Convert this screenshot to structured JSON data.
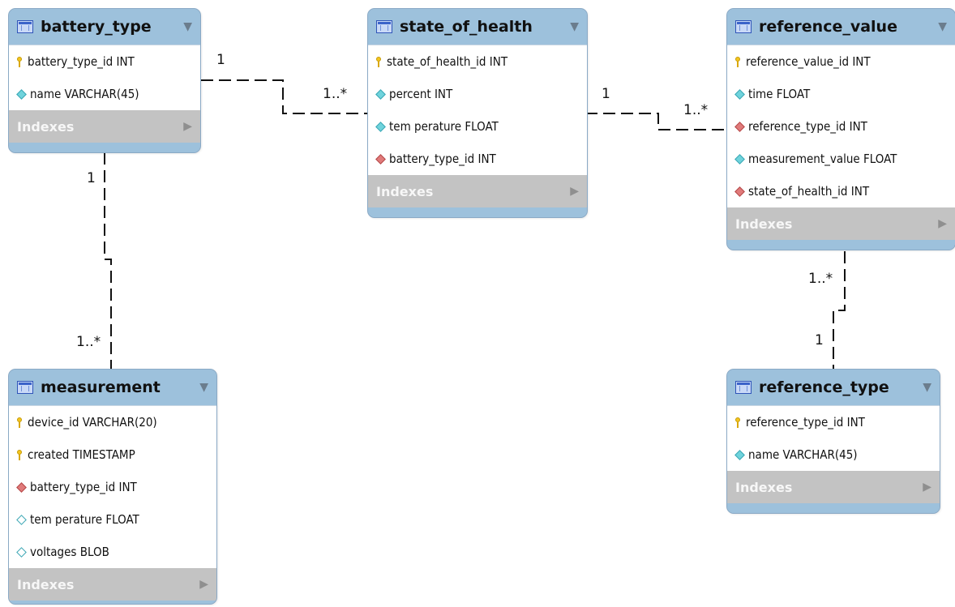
{
  "tables": [
    {
      "id": "battery_type",
      "name": "battery_type",
      "columns": [
        {
          "icon": "primary-key-icon",
          "text": "battery_type_id INT"
        },
        {
          "icon": "column-diamond-cyan-icon",
          "text": "name VARCHAR(45)"
        }
      ],
      "indexes_label": "Indexes"
    },
    {
      "id": "state_of_health",
      "name": "state_of_health",
      "columns": [
        {
          "icon": "primary-key-icon",
          "text": "state_of_health_id INT"
        },
        {
          "icon": "column-diamond-cyan-icon",
          "text": "percent INT"
        },
        {
          "icon": "column-diamond-cyan-icon",
          "text": "tem perature FLOAT"
        },
        {
          "icon": "foreign-key-diamond-red-icon",
          "text": "battery_type_id INT"
        }
      ],
      "indexes_label": "Indexes"
    },
    {
      "id": "reference_value",
      "name": "reference_value",
      "columns": [
        {
          "icon": "primary-key-icon",
          "text": "reference_value_id INT"
        },
        {
          "icon": "column-diamond-cyan-icon",
          "text": "time FLOAT"
        },
        {
          "icon": "foreign-key-diamond-red-icon",
          "text": "reference_type_id INT"
        },
        {
          "icon": "column-diamond-cyan-icon",
          "text": "measurement_value FLOAT"
        },
        {
          "icon": "foreign-key-diamond-red-icon",
          "text": "state_of_health_id INT"
        }
      ],
      "indexes_label": "Indexes"
    },
    {
      "id": "measurement",
      "name": "measurement",
      "columns": [
        {
          "icon": "primary-key-icon",
          "text": "device_id VARCHAR(20)"
        },
        {
          "icon": "primary-key-icon",
          "text": "created TIMESTAMP"
        },
        {
          "icon": "foreign-key-diamond-red-icon",
          "text": "battery_type_id INT"
        },
        {
          "icon": "column-diamond-hollow-icon",
          "text": "tem perature FLOAT"
        },
        {
          "icon": "column-diamond-hollow-icon",
          "text": "voltages BLOB"
        }
      ],
      "indexes_label": "Indexes"
    },
    {
      "id": "reference_type",
      "name": "reference_type",
      "columns": [
        {
          "icon": "primary-key-icon",
          "text": "reference_type_id INT"
        },
        {
          "icon": "column-diamond-cyan-icon",
          "text": "name VARCHAR(45)"
        }
      ],
      "indexes_label": "Indexes"
    }
  ],
  "relationships": [
    {
      "from": "battery_type",
      "to": "state_of_health",
      "from_card": "1",
      "to_card": "1..*"
    },
    {
      "from": "state_of_health",
      "to": "reference_value",
      "from_card": "1",
      "to_card": "1..*"
    },
    {
      "from": "battery_type",
      "to": "measurement",
      "from_card": "1",
      "to_card": "1..*"
    },
    {
      "from": "reference_type",
      "to": "reference_value",
      "from_card": "1",
      "to_card": "1..*"
    }
  ],
  "colors": {
    "header": "#9dc1dc",
    "indexes_bar": "#c3c3c3",
    "primary_key": "#f4c51e",
    "column_diamond": "#6fd3dc",
    "foreign_key_diamond": "#e07a7a"
  }
}
